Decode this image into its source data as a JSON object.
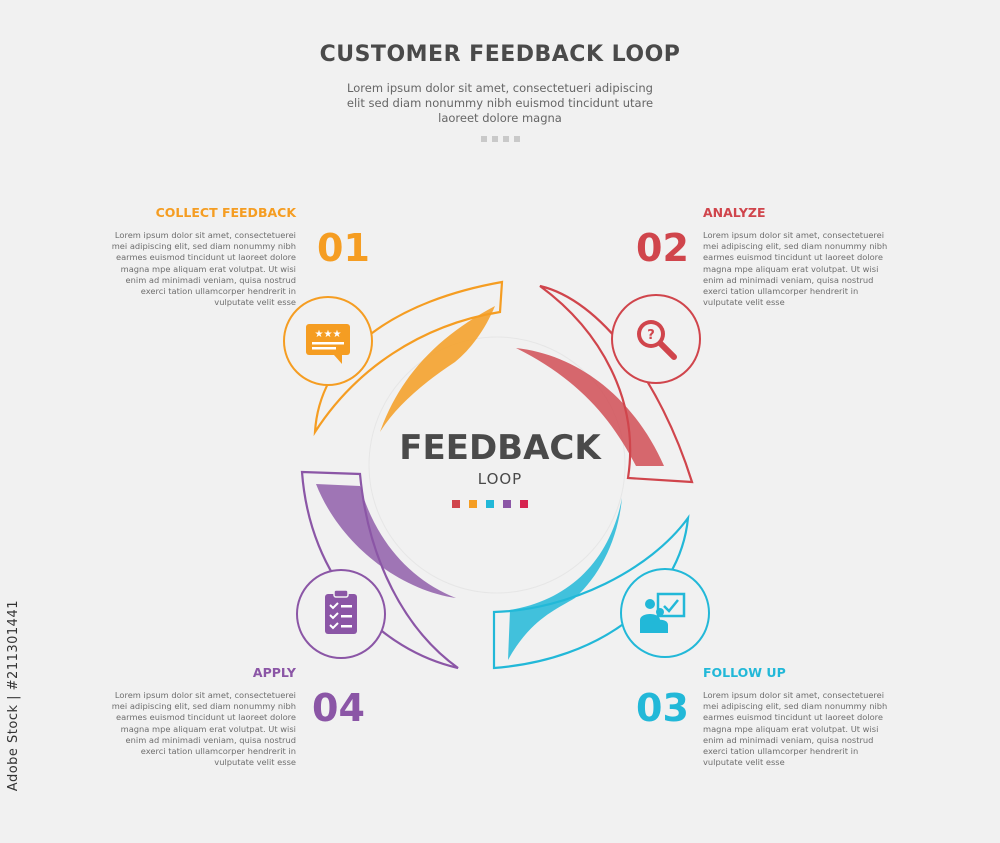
{
  "header": {
    "title": "CUSTOMER FEEDBACK LOOP",
    "subtitle": "Lorem ipsum dolor sit amet, consectetueri adipiscing elit sed diam nonummy nibh euismod tincidunt utare laoreet dolore magna"
  },
  "center": {
    "title": "FEEDBACK",
    "subtitle": "LOOP"
  },
  "steps": [
    {
      "number": "01",
      "title": "COLLECT FEEDBACK",
      "body": "Lorem ipsum dolor sit amet, consectetuerei mei adipiscing elit, sed diam nonummy nibh earmes euismod tincidunt ut laoreet dolore magna mpe aliquam erat volutpat. Ut wisi enim ad minimadi veniam, quisa nostrud exerci tation ullamcorper hendrerit in vulputate velit esse",
      "color": "#f59d22",
      "icon": "rating-chat-icon"
    },
    {
      "number": "02",
      "title": "ANALYZE",
      "body": "Lorem ipsum dolor sit amet, consectetuerei mei adipiscing elit, sed diam nonummy nibh earmes euismod tincidunt ut laoreet dolore magna mpe aliquam erat volutpat. Ut wisi enim ad minimadi veniam, quisa nostrud exerci tation ullamcorper hendrerit in vulputate velit esse",
      "color": "#d0454c",
      "icon": "magnifier-question-icon"
    },
    {
      "number": "03",
      "title": "FOLLOW UP",
      "body": "Lorem ipsum dolor sit amet, consectetuerei mei adipiscing elit, sed diam nonummy nibh earmes euismod tincidunt ut laoreet dolore magna mpe aliquam erat volutpat. Ut wisi enim ad minimadi veniam, quisa nostrud exerci tation ullamcorper hendrerit in vulputate velit esse",
      "color": "#22b8d8",
      "icon": "presentation-people-icon"
    },
    {
      "number": "04",
      "title": "APPLY",
      "body": "Lorem ipsum dolor sit amet, consectetuerei mei adipiscing elit, sed diam nonummy nibh earmes euismod tincidunt ut laoreet dolore magna mpe aliquam erat volutpat. Ut wisi enim ad minimadi veniam, quisa nostrud exerci tation ullamcorper hendrerit in vulputate velit esse",
      "color": "#8b56a6",
      "icon": "clipboard-checklist-icon"
    }
  ],
  "colors": {
    "background": "#f1f1f1",
    "title": "#4a4a4a",
    "center_squares": [
      "#d0454c",
      "#f59d22",
      "#22b8d8",
      "#8b56a6",
      "#d62450"
    ]
  },
  "watermark": "Adobe Stock | #211301441"
}
